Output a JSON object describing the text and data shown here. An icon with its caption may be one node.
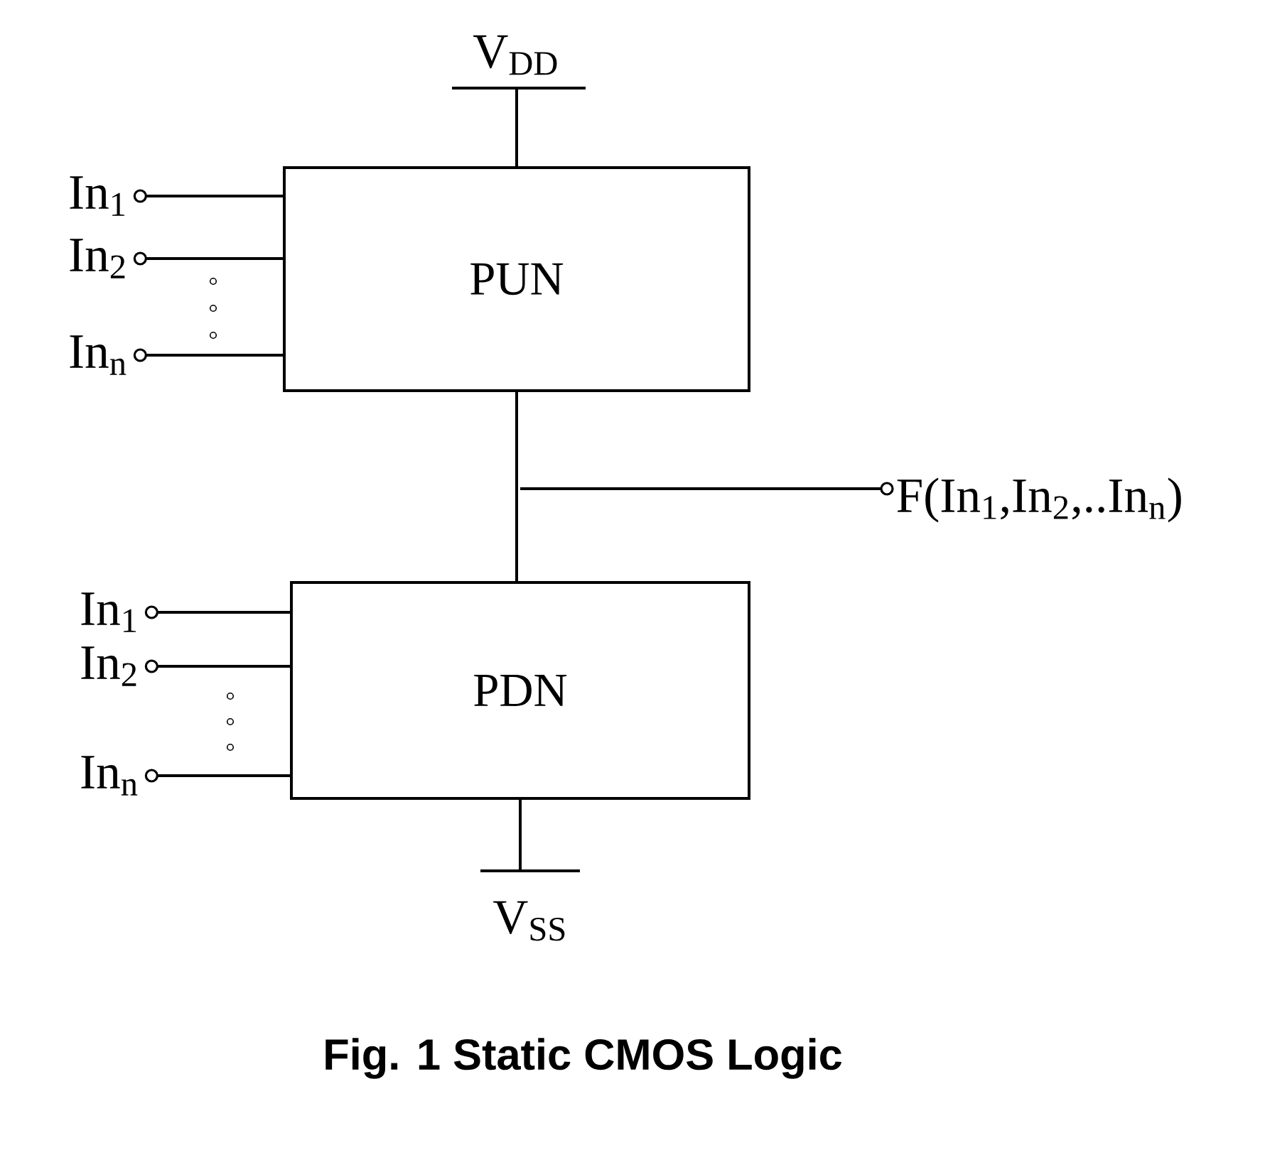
{
  "diagram": {
    "caption": "Fig. 1 Static CMOS Logic",
    "nodes": [
      {
        "text": [
          "PUN"
        ]
      },
      {
        "text": [
          "PDN"
        ]
      },
      {
        "text": [
          "In$_{1}$"
        ]
      },
      {
        "text": [
          "In$_{2}$"
        ]
      },
      {
        "text": [
          "In$_{n}$"
        ]
      },
      {
        "text": [
          "In$_{1}$"
        ]
      },
      {
        "text": [
          "In$_{2}$"
        ]
      },
      {
        "text": [
          "In$_{n}$"
        ]
      },
      {
        "text": [
          "F(In$_{1}$,In$_{2}$,..In$_{n}$)"
        ]
      },
      {
        "text": [
          "V$_{DD}$"
        ]
      },
      {
        "text": [
          "V$_{SS}$"
        ]
      }
    ],
    "edges": [
      {
        "from": 2,
        "to": 0,
        "arrow": "other"
      },
      {
        "from": 3,
        "to": 0,
        "arrow": "other"
      },
      {
        "from": 4,
        "to": 0,
        "arrow": "other"
      },
      {
        "from": 5,
        "to": 1,
        "arrow": "other"
      },
      {
        "from": 6,
        "to": 1,
        "arrow": "other"
      },
      {
        "from": 7,
        "to": 1,
        "arrow": "other"
      },
      {
        "from": 0,
        "to": 1,
        "arrow": "none"
      },
      {
        "from": null,
        "to": 8,
        "arrow": "other"
      },
      {
        "from": 0,
        "to": 9,
        "arrow": "none"
      },
      {
        "from": 1,
        "to": 10,
        "arrow": "none"
      }
    ]
  }
}
